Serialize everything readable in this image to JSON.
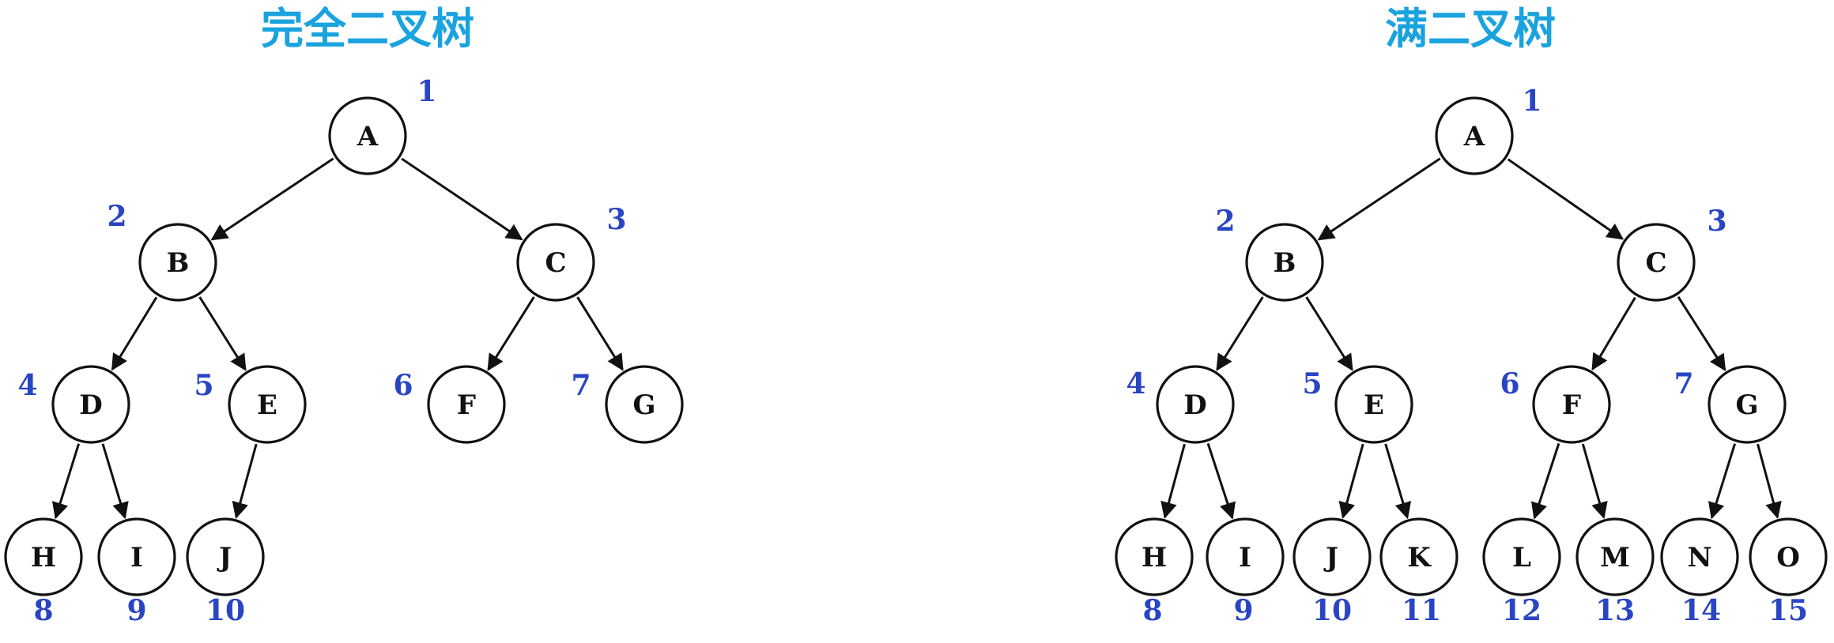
{
  "colors": {
    "title": "#1aa3de",
    "index": "#2a45c4",
    "stroke": "#111111"
  },
  "trees": [
    {
      "id": "complete",
      "title": "完全二叉树",
      "nodes": [
        {
          "label": "A",
          "index": "1"
        },
        {
          "label": "B",
          "index": "2"
        },
        {
          "label": "C",
          "index": "3"
        },
        {
          "label": "D",
          "index": "4"
        },
        {
          "label": "E",
          "index": "5"
        },
        {
          "label": "F",
          "index": "6"
        },
        {
          "label": "G",
          "index": "7"
        },
        {
          "label": "H",
          "index": "8"
        },
        {
          "label": "I",
          "index": "9"
        },
        {
          "label": "J",
          "index": "10"
        }
      ],
      "edges": [
        [
          "A",
          "B"
        ],
        [
          "A",
          "C"
        ],
        [
          "B",
          "D"
        ],
        [
          "B",
          "E"
        ],
        [
          "D",
          "H"
        ],
        [
          "D",
          "I"
        ],
        [
          "E",
          "J"
        ],
        [
          "C",
          "F"
        ],
        [
          "C",
          "G"
        ]
      ]
    },
    {
      "id": "full",
      "title": "满二叉树",
      "nodes": [
        {
          "label": "A",
          "index": "1"
        },
        {
          "label": "B",
          "index": "2"
        },
        {
          "label": "C",
          "index": "3"
        },
        {
          "label": "D",
          "index": "4"
        },
        {
          "label": "E",
          "index": "5"
        },
        {
          "label": "F",
          "index": "6"
        },
        {
          "label": "G",
          "index": "7"
        },
        {
          "label": "H",
          "index": "8"
        },
        {
          "label": "I",
          "index": "9"
        },
        {
          "label": "J",
          "index": "10"
        },
        {
          "label": "K",
          "index": "11"
        },
        {
          "label": "L",
          "index": "12"
        },
        {
          "label": "M",
          "index": "13"
        },
        {
          "label": "N",
          "index": "14"
        },
        {
          "label": "O",
          "index": "15"
        }
      ],
      "edges": [
        [
          "A",
          "B"
        ],
        [
          "A",
          "C"
        ],
        [
          "B",
          "D"
        ],
        [
          "B",
          "E"
        ],
        [
          "C",
          "F"
        ],
        [
          "C",
          "G"
        ],
        [
          "D",
          "H"
        ],
        [
          "D",
          "I"
        ],
        [
          "E",
          "J"
        ],
        [
          "E",
          "K"
        ],
        [
          "F",
          "L"
        ],
        [
          "F",
          "M"
        ],
        [
          "G",
          "N"
        ],
        [
          "G",
          "O"
        ]
      ]
    }
  ]
}
